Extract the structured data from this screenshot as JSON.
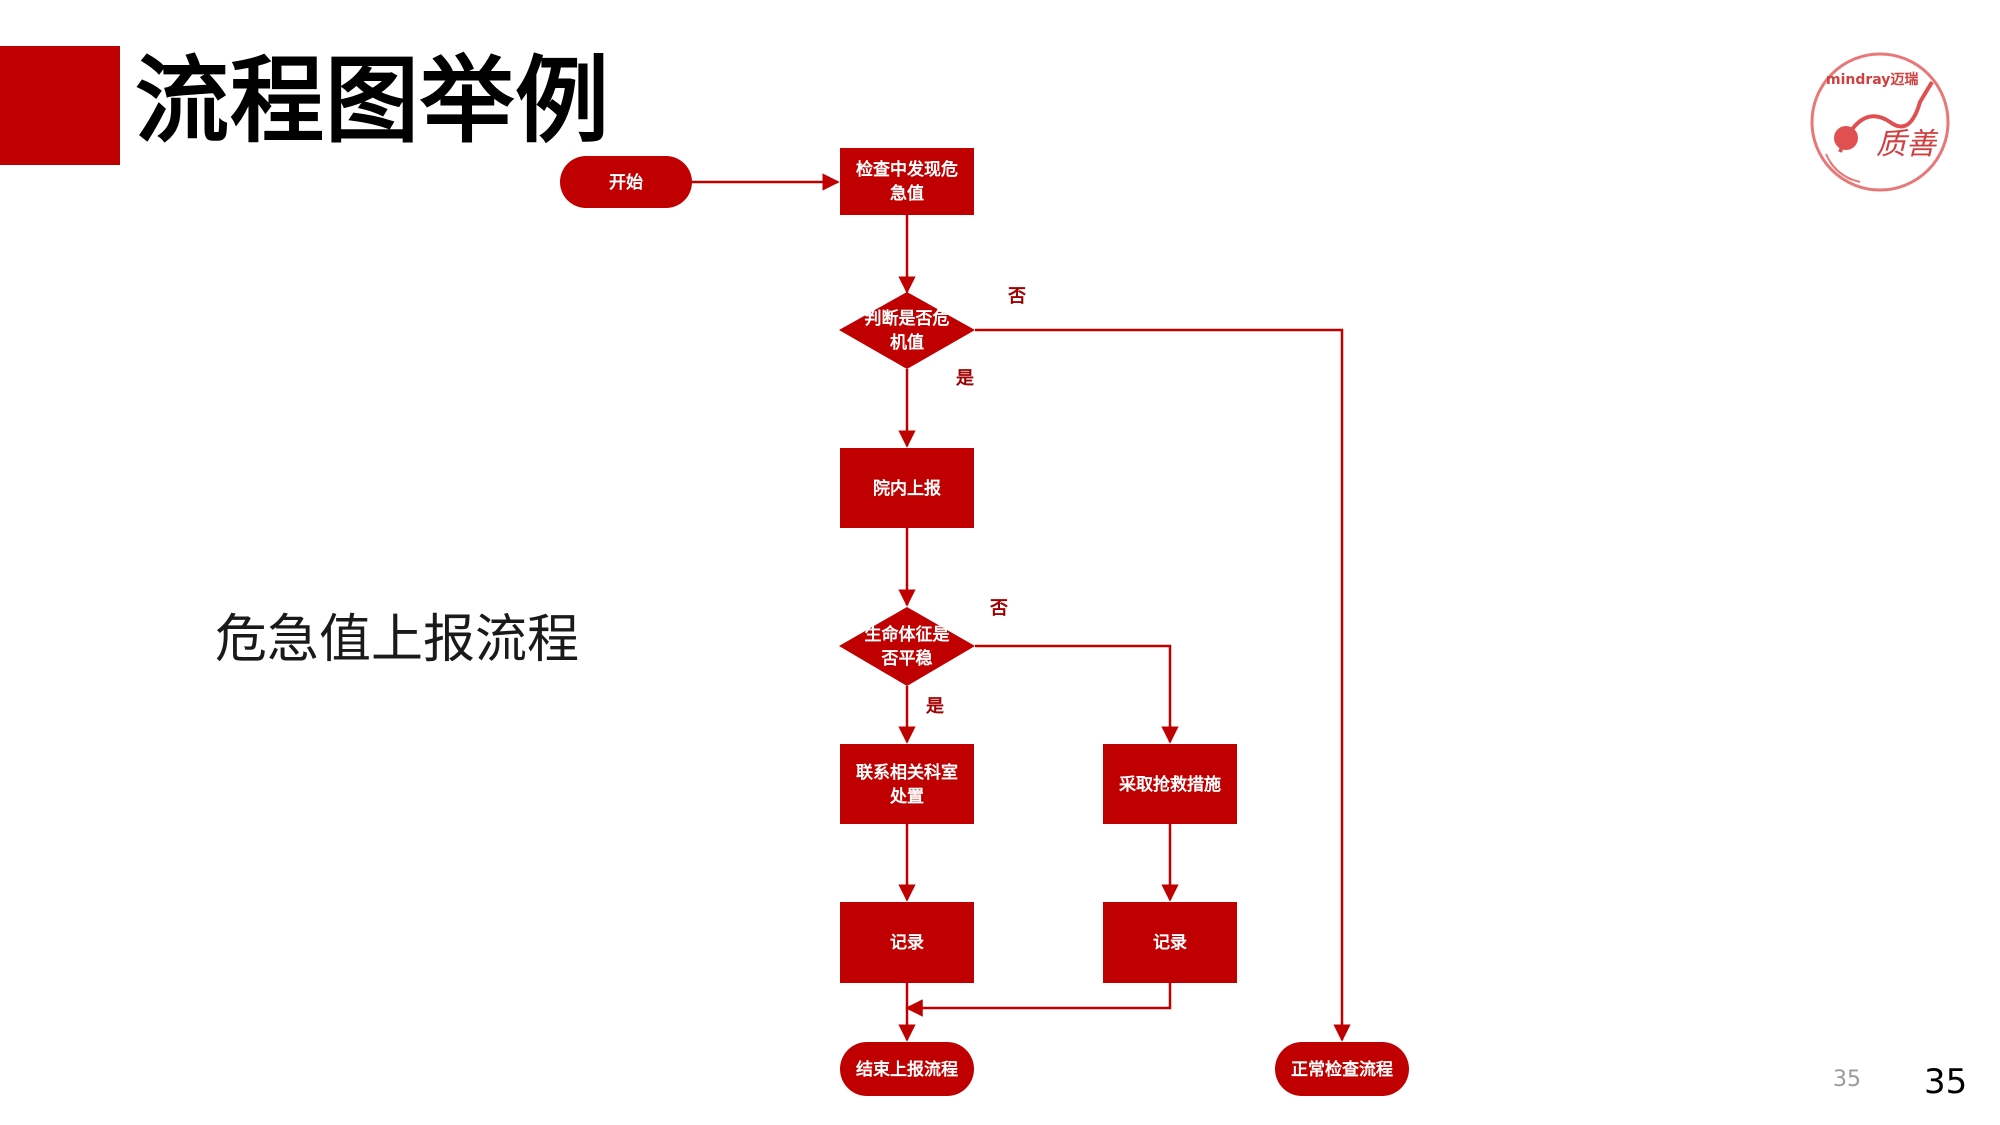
{
  "slide": {
    "title": "流程图举例",
    "subtitle": "危急值上报流程",
    "page_number_small": "35",
    "page_number": "35"
  },
  "logo": {
    "brand": "mindray迈瑞",
    "tagline": "质善"
  },
  "colors": {
    "accent": "#c00000",
    "node_fill": "#c00000",
    "edge": "#c00000"
  },
  "flowchart": {
    "nodes": {
      "start": "开始",
      "find": [
        "检查中发现危",
        "急值"
      ],
      "judge1": [
        "判断是否危",
        "机值"
      ],
      "report": "院内上报",
      "judge2": [
        "生命体征是",
        "否平稳"
      ],
      "contact": [
        "联系相关科室",
        "处置"
      ],
      "rescue": "采取抢救措施",
      "record_left": "记录",
      "record_right": "记录",
      "end_report": "结束上报流程",
      "normal_flow": "正常检查流程"
    },
    "edge_labels": {
      "judge1_no": "否",
      "judge1_yes": "是",
      "judge2_no": "否",
      "judge2_yes": "是"
    }
  }
}
